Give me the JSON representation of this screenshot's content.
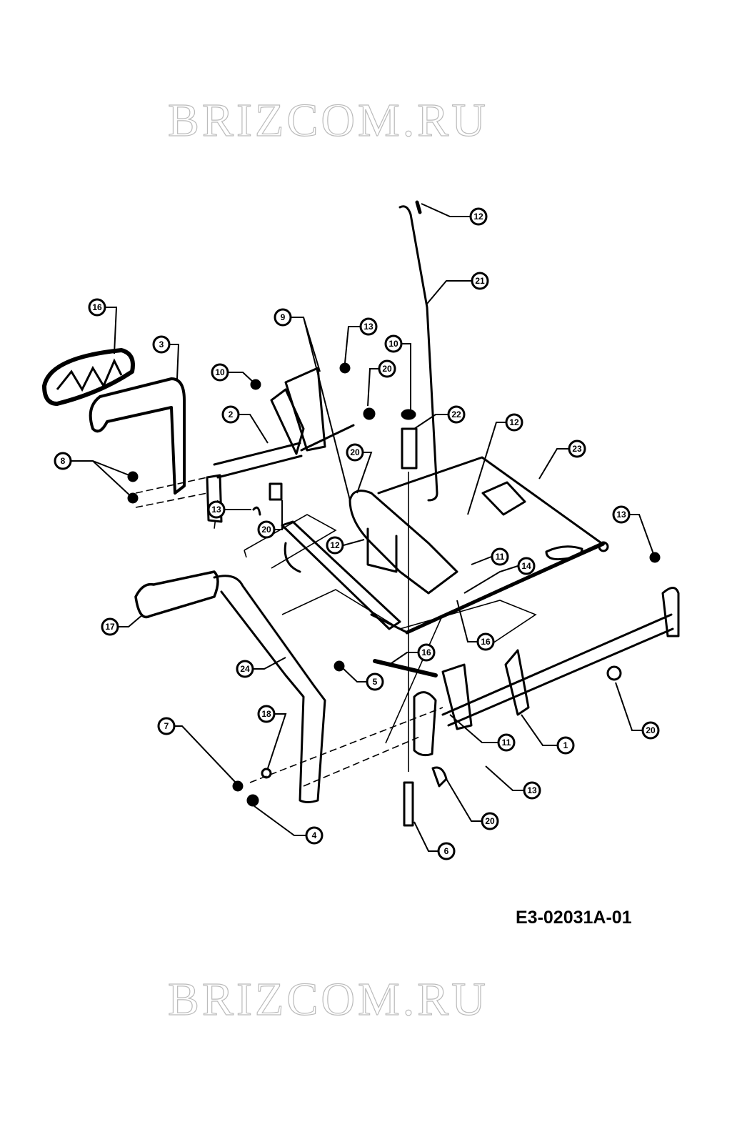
{
  "diagram": {
    "drawing_code": "E3-02031A-01",
    "watermark": "BRIZCOM.RU",
    "callouts": [
      "12",
      "21",
      "16",
      "9",
      "13",
      "10",
      "3",
      "20",
      "10",
      "22",
      "2",
      "12",
      "23",
      "8",
      "20",
      "13",
      "20",
      "12",
      "13",
      "11",
      "14",
      "17",
      "16",
      "16",
      "24",
      "5",
      "18",
      "7",
      "11",
      "1",
      "20",
      "13",
      "20",
      "4",
      "6"
    ]
  }
}
